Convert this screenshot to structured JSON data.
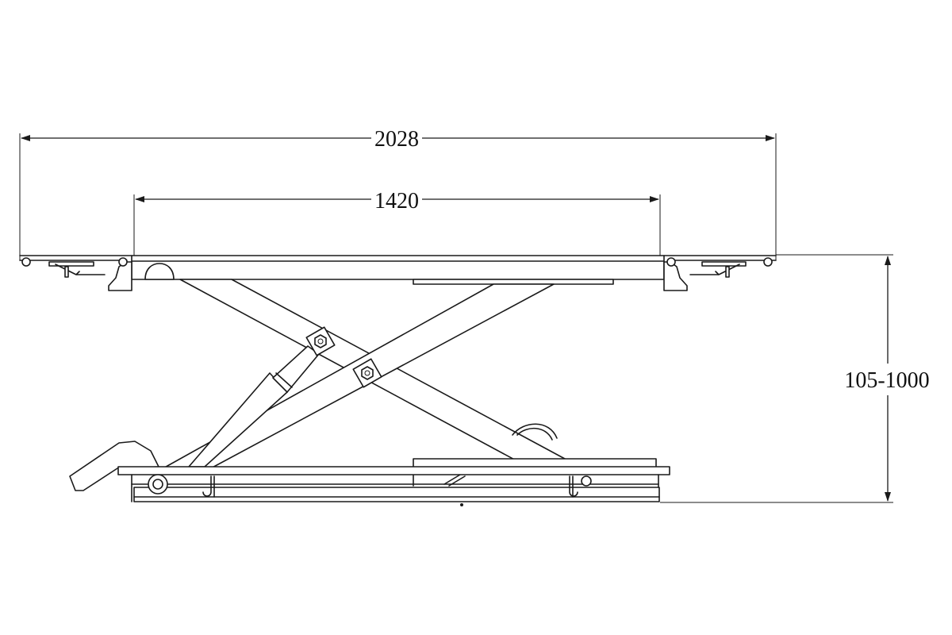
{
  "dimensions": {
    "overall_length": "2028",
    "platform_length": "1420",
    "height_range": "105-1000"
  },
  "colors": {
    "line": "#1a1a1a",
    "background": "#ffffff"
  }
}
